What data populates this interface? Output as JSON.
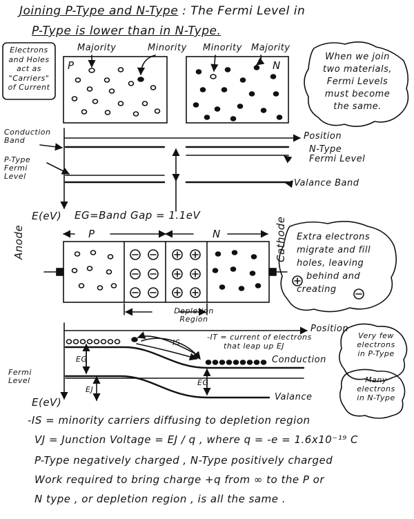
{
  "title": {
    "main": "Joining P-Type and N-Type",
    "line1_rest": ": The Fermi Level in",
    "line2": "P-Type is lower than in N-Type."
  },
  "top": {
    "carriers_note": [
      "Electrons",
      "and Holes",
      "act as",
      "\"Carriers\"",
      "of Current"
    ],
    "majority_left": "Majority",
    "minority_left": "Minority",
    "minority_right": "Minority",
    "majority_right": "Majority",
    "p_label": "P",
    "n_label": "N",
    "join_note": [
      "When we join",
      "two materials,",
      "Fermi Levels",
      "must become",
      "the same."
    ]
  },
  "bands": {
    "conduction_band": [
      "Conduction",
      "Band"
    ],
    "position": "Position",
    "ntype_fermi": [
      "N-Type",
      "Fermi Level"
    ],
    "ptype_fermi": [
      "P-Type",
      "Fermi",
      "Level"
    ],
    "valance_band": "Valance Band",
    "energy_axis": "E(eV)",
    "band_gap": "EG=Band Gap = 1.1eV"
  },
  "junction": {
    "p": "P",
    "n": "N",
    "anode": "Anode",
    "cathode": "Cathode",
    "depletion": [
      "Depletion",
      "Region"
    ],
    "extra_note": [
      "Extra electrons",
      "migrate and fill",
      "holes, leaving",
      "behind and",
      "creating"
    ]
  },
  "lower": {
    "position": "Position",
    "is_label": "IS",
    "it_label": "-IT = current of electrons",
    "it_label2": "that leap up EJ",
    "conduction": "Conduction",
    "valance": "Valance",
    "fermi_level": [
      "Fermi",
      "Level"
    ],
    "energy_axis": "E(eV)",
    "eg1": "EG",
    "eg2": "EG",
    "ej": "EJ",
    "few_note": [
      "Very few",
      "electrons",
      "in P-Type"
    ],
    "many_note": [
      "Many",
      "electrons",
      "in N-Type"
    ]
  },
  "equations": [
    "-IS = minority carriers diffusing to depletion region",
    "VJ = Junction Voltage = EJ / q , where q = -e = 1.6x10⁻¹⁹ C",
    "P-Type negatively charged , N-Type positively charged",
    "Work required to bring charge +q from ∞ to the P or",
    "N type , or depletion region , is all the same ."
  ]
}
